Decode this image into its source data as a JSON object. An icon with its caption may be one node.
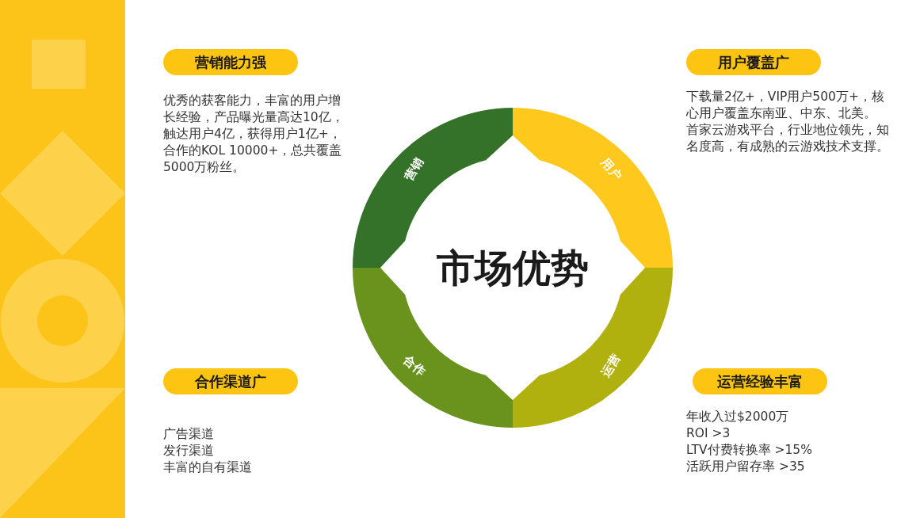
{
  "diagram": {
    "nodes": [
      {
        "text": [
          "营销能力强"
        ]
      },
      {
        "text": [
          "用户覆盖广"
        ],
        "beside": [
          "下载量2亿+，VIP用户500万+，核心用户覆盖东南亚、中东、北美。",
          "首家云游戏平台，行业地位领先，知名度高，有成熟的云游戏技术支撑。"
        ]
      },
      {
        "text": [
          "营销"
        ]
      },
      {
        "text": [
          "用户"
        ]
      },
      {
        "text": [
          "市场优势"
        ]
      },
      {
        "text": [
          "合作"
        ]
      },
      {
        "text": [
          "运营"
        ]
      },
      {
        "text": [
          "合作渠道广"
        ],
        "beside": [
          "广告渠道",
          "发行渠道",
          "丰富的自有渠道"
        ]
      },
      {
        "text": [
          "运营经验丰富"
        ],
        "beside": [
          "年收入过$2000万",
          "ROI >3",
          "LTV付费转换率 >15%",
          "活跃用户留存率 >35"
        ]
      }
    ],
    "edges": [],
    "labels": [
      "优秀的获客能力，丰富的用户增长经验，产品曝光量高达10亿，触达用户4亿，获得用户1亿+，合作的KOL 10000+，总共覆盖5000万粉丝。"
    ]
  }
}
